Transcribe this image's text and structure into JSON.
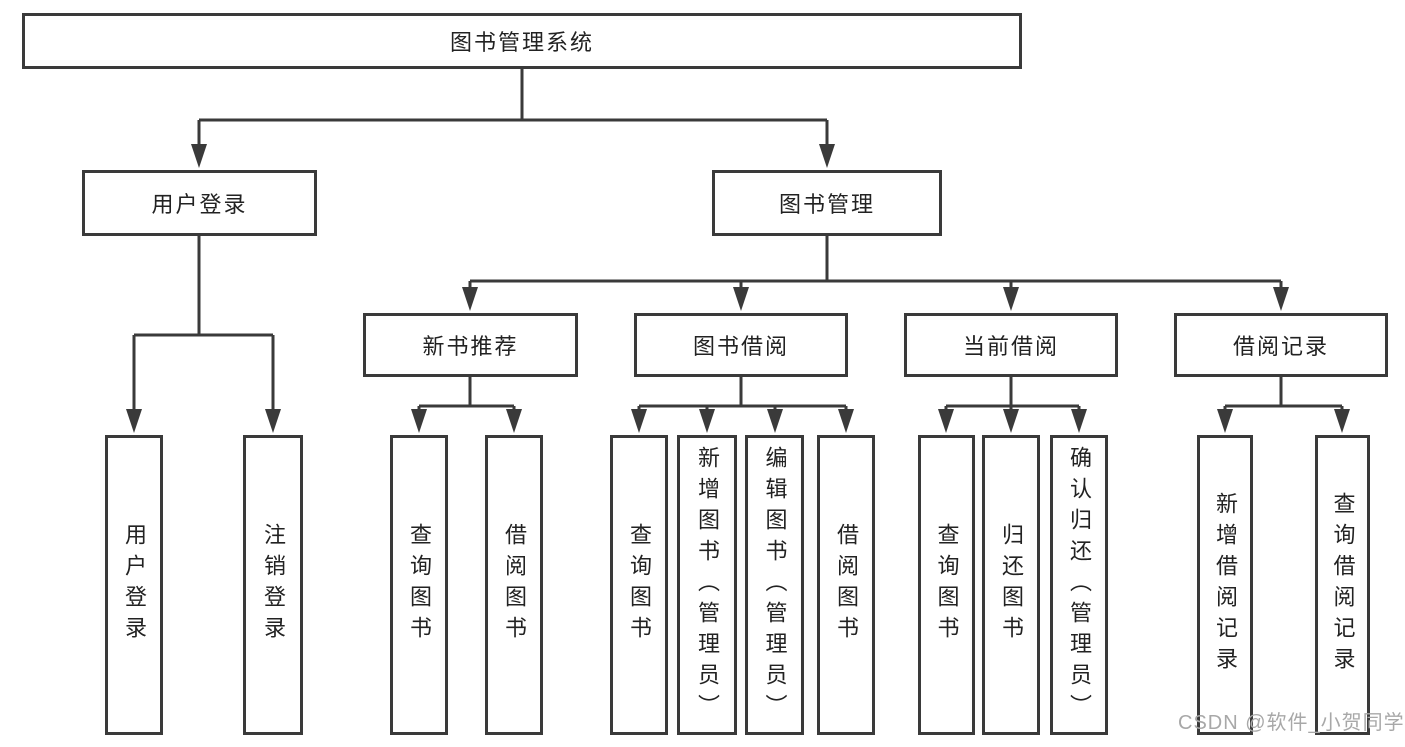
{
  "diagram": {
    "type": "hierarchy-tree",
    "title": "图书管理系统",
    "colors": {
      "line": "#3a3a3a",
      "box_border": "#3a3a3a",
      "text": "#222222",
      "watermark": "#a8a8a8",
      "background": "#ffffff"
    },
    "watermark": "CSDN @软件_小贺同学"
  },
  "tree": {
    "label": "图书管理系统",
    "children": [
      {
        "label": "用户登录",
        "children": [
          {
            "label": "用户登录"
          },
          {
            "label": "注销登录"
          }
        ]
      },
      {
        "label": "图书管理",
        "children": [
          {
            "label": "新书推荐",
            "children": [
              {
                "label": "查询图书"
              },
              {
                "label": "借阅图书"
              }
            ]
          },
          {
            "label": "图书借阅",
            "children": [
              {
                "label": "查询图书"
              },
              {
                "label": "新增图书（管理员）"
              },
              {
                "label": "编辑图书（管理员）"
              },
              {
                "label": "借阅图书"
              }
            ]
          },
          {
            "label": "当前借阅",
            "children": [
              {
                "label": "查询图书"
              },
              {
                "label": "归还图书"
              },
              {
                "label": "确认归还（管理员）"
              }
            ]
          },
          {
            "label": "借阅记录",
            "children": [
              {
                "label": "新增借阅记录"
              },
              {
                "label": "查询借阅记录"
              }
            ]
          }
        ]
      }
    ]
  }
}
